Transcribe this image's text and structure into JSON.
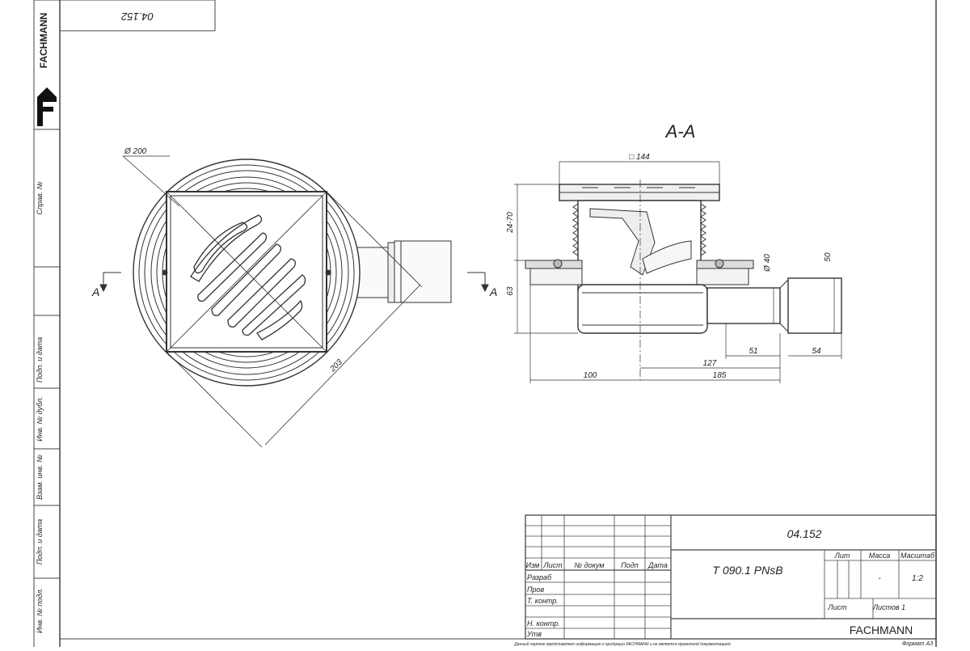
{
  "drawing_number": "04.152",
  "top_stamp_number": "04.152",
  "brand": "FACHMANN",
  "side_stamp": {
    "cells": [
      "Справ. №",
      "Подп. и дата",
      "Инв. № дубл.",
      "Взам. инв. №",
      "Подп. и дата",
      "Инв. № подл."
    ]
  },
  "plan_view": {
    "diameter_label": "Ø 200",
    "diagonal_label": "203",
    "section_mark": "A"
  },
  "section_view": {
    "title": "A-A",
    "dims": {
      "grate": "□ 144",
      "height_adjust": "24-70",
      "depth": "63",
      "outlet_inner": "Ø 40",
      "outlet_outer": "50",
      "d100": "100",
      "d185": "185",
      "d127": "127",
      "d51": "51",
      "d54": "54"
    }
  },
  "title_block": {
    "code": "04.152",
    "product": "T 090.1 PNsB",
    "headers": {
      "izm": "Изм",
      "list": "Лист",
      "doc": "№ докум",
      "sign": "Подп",
      "date": "Дата"
    },
    "rows": [
      "Разраб",
      "Пров",
      "Т. контр.",
      "",
      "Н. контр.",
      "Утв"
    ],
    "lit": "Лит",
    "massa": "Масса",
    "masshtab": "Масштаб",
    "mass_value": "-",
    "scale_value": "1:2",
    "sheet": "Лист",
    "sheets": "Листов 1",
    "company": "FACHMANN"
  },
  "footer": {
    "note": "Данный чертеж представляет информацию о продукции FACHMANN и не является проектной документацией",
    "format": "Формат А3"
  }
}
